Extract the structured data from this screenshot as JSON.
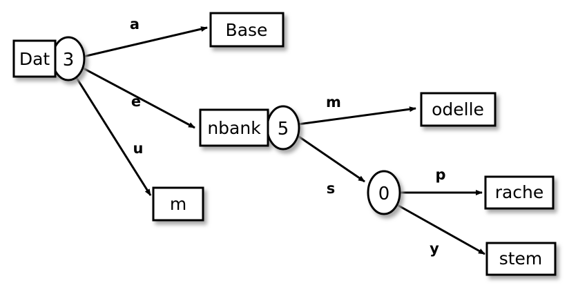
{
  "diagram": {
    "type": "directed-graph-tree",
    "background_color": "#ffffff",
    "stroke_color": "#000000",
    "fill_color": "#ffffff",
    "nodes": [
      {
        "id": "n3",
        "shape": "box-ellipse",
        "box_label": "Dat",
        "ellipse_label": "3"
      },
      {
        "id": "base",
        "shape": "box",
        "box_label": "Base",
        "ellipse_label": ""
      },
      {
        "id": "n5",
        "shape": "box-ellipse",
        "box_label": "nbank",
        "ellipse_label": "5"
      },
      {
        "id": "m_box",
        "shape": "box",
        "box_label": "m",
        "ellipse_label": ""
      },
      {
        "id": "odelle",
        "shape": "box",
        "box_label": "odelle",
        "ellipse_label": ""
      },
      {
        "id": "n0",
        "shape": "ellipse",
        "box_label": "",
        "ellipse_label": "0"
      },
      {
        "id": "rache",
        "shape": "box",
        "box_label": "rache",
        "ellipse_label": ""
      },
      {
        "id": "stem",
        "shape": "box",
        "box_label": "stem",
        "ellipse_label": ""
      }
    ],
    "edges": [
      {
        "from": "n3",
        "to": "base",
        "label": "a"
      },
      {
        "from": "n3",
        "to": "n5",
        "label": "e"
      },
      {
        "from": "n3",
        "to": "m_box",
        "label": "u"
      },
      {
        "from": "n5",
        "to": "odelle",
        "label": "m"
      },
      {
        "from": "n5",
        "to": "n0",
        "label": "s"
      },
      {
        "from": "n0",
        "to": "rache",
        "label": "p"
      },
      {
        "from": "n0",
        "to": "stem",
        "label": "y"
      }
    ]
  }
}
